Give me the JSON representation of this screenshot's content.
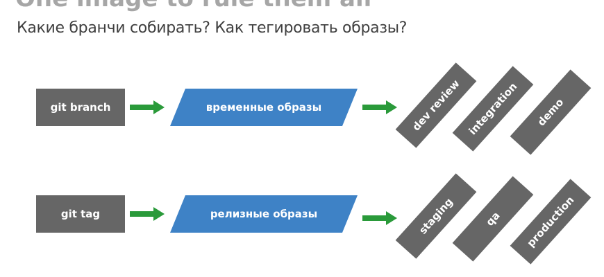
{
  "title": "One image to rule them all",
  "subtitle": "Какие бранчи собирать? Как тегировать образы?",
  "rows": [
    {
      "source": "git branch",
      "images": "временные образы",
      "targets": [
        "dev review",
        "integration",
        "demo"
      ]
    },
    {
      "source": "git tag",
      "images": "релизные образы",
      "targets": [
        "staging",
        "qa",
        "production"
      ]
    }
  ],
  "colors": {
    "arrow": "#2a9a3a",
    "images": "#3e82c6",
    "box": "#666666"
  }
}
